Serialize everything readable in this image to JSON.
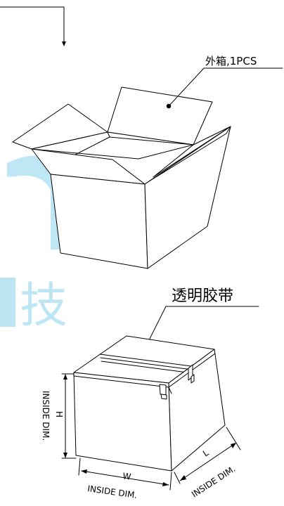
{
  "labels": {
    "outer_box": "外箱,1PCS",
    "clear_tape": "透明胶带",
    "dim_h": "H",
    "dim_w": "W",
    "dim_l": "L",
    "inside_dim_h": "INSIDE DIM.",
    "inside_dim_w": "INSIDE DIM.",
    "inside_dim_l": "INSIDE DIM."
  },
  "watermark": {
    "glyph": "技",
    "color": "#6fc8e8"
  },
  "colors": {
    "line": "#000000",
    "background": "#ffffff",
    "watermark": "#6fc8e8"
  }
}
